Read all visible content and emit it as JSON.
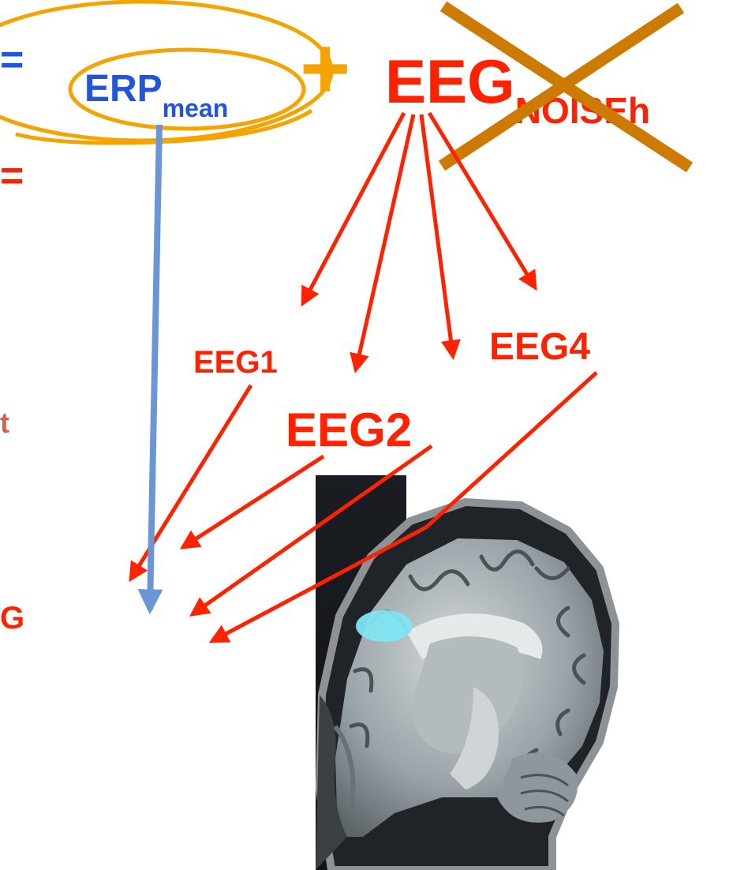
{
  "equation": {
    "equals_sign": "=",
    "erp_main": "ERP",
    "erp_sub": "mean",
    "plus_sign": "+",
    "eeg_main": "EEG",
    "eeg_sub": "NOISEh"
  },
  "sources": {
    "eeg1": "EEG1",
    "eeg2": "EEG2",
    "eeg4": "EEG4"
  },
  "left_fragments": {
    "f1": "=",
    "f2": "t",
    "f3": "G"
  },
  "colors": {
    "red": "#ff2200",
    "blue": "#2255dd",
    "orange": "#f5a300",
    "cross": "#cc7a00",
    "blue_arrow": "#6a96d8",
    "highlight": "#7fe6f2"
  }
}
